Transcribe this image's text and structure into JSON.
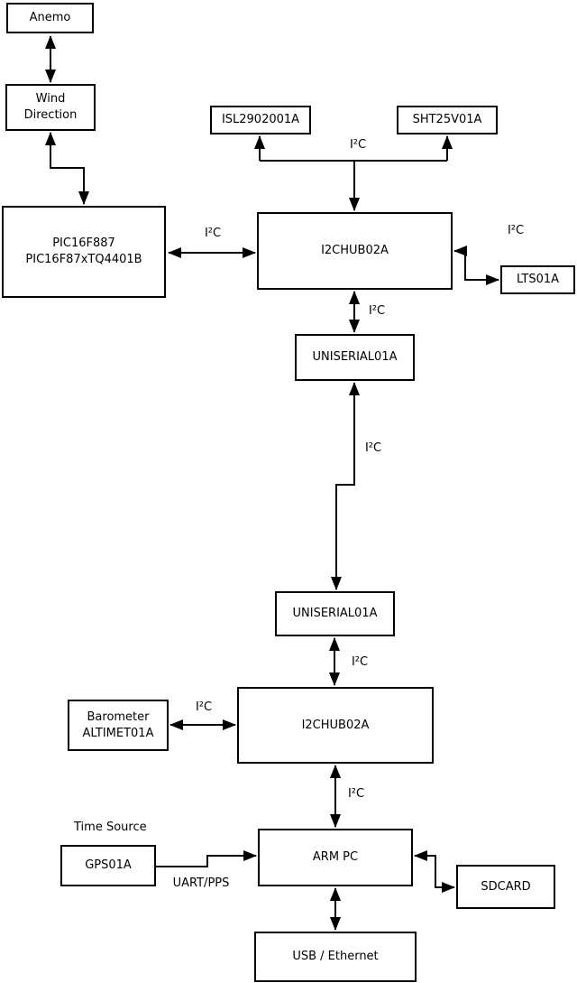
{
  "diagram": {
    "nodes": {
      "anemo": "Anemo",
      "wind_direction": "Wind\nDirection",
      "pic": "PIC16F887\nPIC16F87xTQ4401B",
      "isl": "ISL2902001A",
      "sht": "SHT25V01A",
      "hub1": "I2CHUB02A",
      "lts": "LTS01A",
      "uniserial1": "UNISERIAL01A",
      "uniserial2": "UNISERIAL01A",
      "hub2": "I2CHUB02A",
      "barometer": "Barometer\nALTIMET01A",
      "gps": "GPS01A",
      "armpc": "ARM PC",
      "sdcard": "SDCARD",
      "usb_ethernet": "USB / Ethernet"
    },
    "edge_labels": {
      "sensor_bus": "I²C",
      "pic_bus": "I²C",
      "lts_bus": "I²C",
      "hub1_uniserial": "I²C",
      "uniserial_link": "I²C",
      "uniserial_hub2": "I²C",
      "hub2_armpc": "I²C",
      "barometer_bus": "I²C",
      "time_source": "Time Source",
      "uart_pps": "UART/PPS"
    },
    "colors": {
      "stroke": "#000000",
      "background": "#ffffff",
      "box_fill": "#ffffff"
    }
  }
}
